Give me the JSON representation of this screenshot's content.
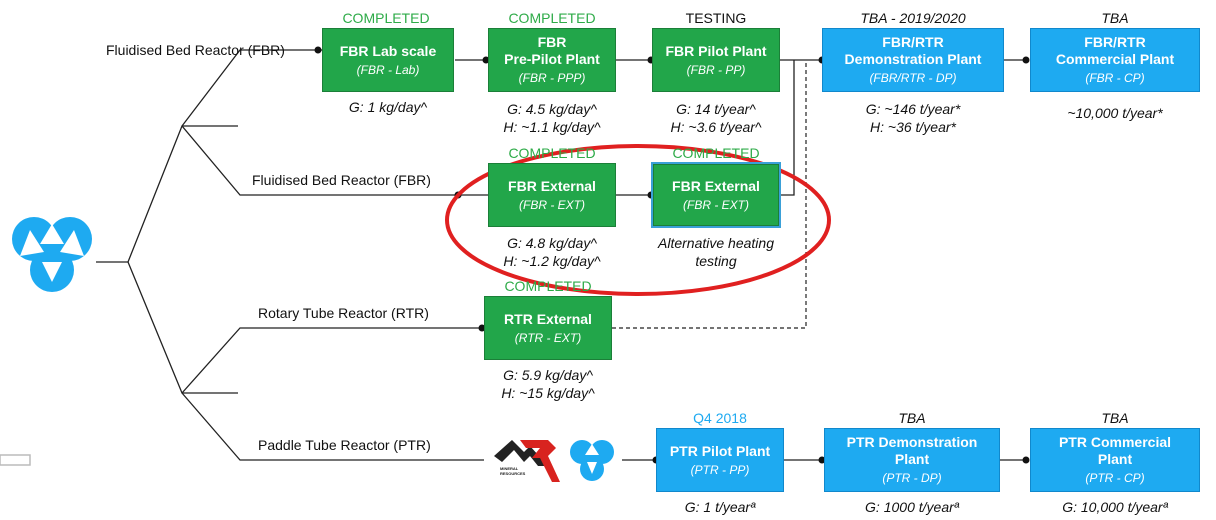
{
  "branches": [
    {
      "label": "Fluidised Bed Reactor (FBR)"
    },
    {
      "label": "Fluidised Bed Reactor (FBR)"
    },
    {
      "label": "Rotary Tube Reactor (RTR)"
    },
    {
      "label": "Paddle Tube Reactor (PTR)"
    }
  ],
  "stages": {
    "fbr_lab": {
      "status": "COMPLETED",
      "title": "FBR Lab scale",
      "code": "(FBR - Lab)",
      "metric1": "G: 1 kg/day^",
      "metric2": ""
    },
    "fbr_ppp": {
      "status": "COMPLETED",
      "title1": "FBR",
      "title2": "Pre-Pilot Plant",
      "code": "(FBR - PPP)",
      "metric1": "G: 4.5 kg/day^",
      "metric2": "H: ~1.1 kg/day^"
    },
    "fbr_pp": {
      "status": "TESTING",
      "title": "FBR Pilot Plant",
      "code": "(FBR - PP)",
      "metric1": "G: 14 t/year^",
      "metric2": "H: ~3.6 t/year^"
    },
    "fbr_rtr_dp": {
      "status": "TBA - 2019/2020",
      "title1": "FBR/RTR",
      "title2": "Demonstration Plant",
      "code": "(FBR/RTR - DP)",
      "metric1": "G: ~146 t/year*",
      "metric2": "H: ~36 t/year*"
    },
    "fbr_rtr_cp": {
      "status": "TBA",
      "title1": "FBR/RTR",
      "title2": "Commercial Plant",
      "code": "(FBR - CP)",
      "metric1": "~10,000 t/year*"
    },
    "fbr_ext1": {
      "status": "COMPLETED",
      "title": "FBR External",
      "code": "(FBR - EXT)",
      "metric1": "G: 4.8 kg/day^",
      "metric2": "H: ~1.2 kg/day^"
    },
    "fbr_ext2": {
      "status": "COMPLETED",
      "title": "FBR External",
      "code": "(FBR - EXT)",
      "metric1": "Alternative heating",
      "metric2": "testing"
    },
    "rtr_ext": {
      "status": "COMPLETED",
      "title": "RTR External",
      "code": "(RTR - EXT)",
      "metric1": "G: 5.9 kg/day^",
      "metric2": "H: ~15 kg/day^"
    },
    "ptr_pp": {
      "status": "Q4 2018",
      "title": "PTR Pilot Plant",
      "code": "(PTR - PP)",
      "metric1": "G: 1 t/yearª"
    },
    "ptr_dp": {
      "status": "TBA",
      "title1": "PTR Demonstration",
      "title2": "Plant",
      "code": "(PTR - DP)",
      "metric1": "G: 1000 t/yearª"
    },
    "ptr_cp": {
      "status": "TBA",
      "title1": "PTR Commercial",
      "title2": "Plant",
      "code": "(PTR - CP)",
      "metric1": "G: 10,000 t/yearª"
    }
  },
  "logos": {
    "partner_text1": "MINERAL",
    "partner_text2": "RESOURCES"
  },
  "colors": {
    "green": "#22a64a",
    "blue": "#1eaaf1",
    "highlight_ellipse": "#e02020",
    "completed_text": "#2eab48"
  }
}
